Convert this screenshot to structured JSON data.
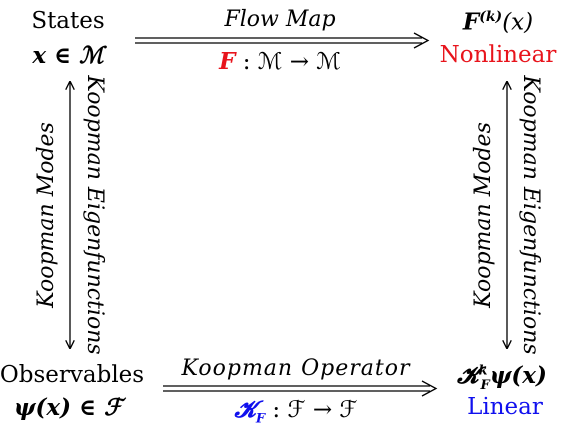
{
  "top_left": {
    "label": "States",
    "formula": "x ∈ ℳ"
  },
  "top_right": {
    "formula": "F(k)(x)",
    "formula_base": "F",
    "formula_sup": "(k)",
    "formula_tail": "(x)",
    "tag": "Nonlinear",
    "tag_color": "#e8141c"
  },
  "bottom_left": {
    "label": "Observables",
    "formula": "ψ(x) ∈ ℱ"
  },
  "bottom_right": {
    "formula_main": "𝓚",
    "formula_sub": "F",
    "formula_sup": "k",
    "formula_tail": "ψ(x)",
    "tag": "Linear",
    "tag_color": "#1010ee"
  },
  "top_edge": {
    "label": "Flow Map",
    "formula_highlight": "F",
    "formula_rest": " : ℳ → ℳ"
  },
  "bottom_edge": {
    "label": "Koopman Operator",
    "formula_highlight": "𝓚",
    "formula_highlight_sub": "F",
    "formula_rest": " : ℱ → ℱ"
  },
  "left_edge": {
    "modes_label": "Koopman Modes",
    "eigen_label": "Koopman Eigenfunctions"
  },
  "right_edge": {
    "modes_label": "Koopman Modes",
    "eigen_label": "Koopman Eigenfunctions"
  }
}
